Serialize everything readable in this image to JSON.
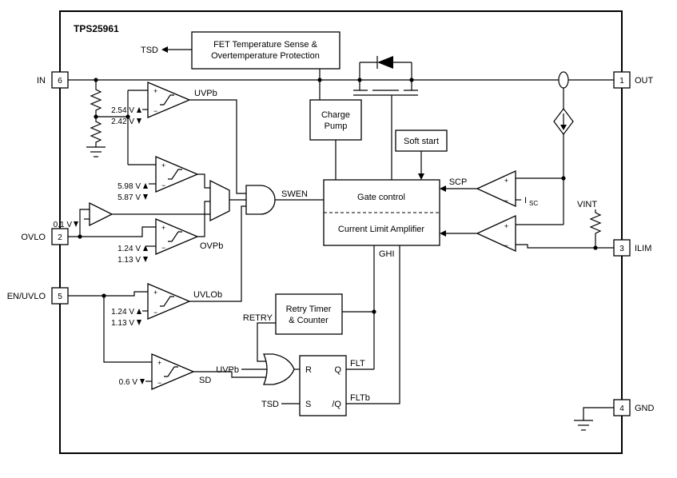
{
  "title": "TPS25961",
  "pins": {
    "in": {
      "num": "6",
      "label": "IN"
    },
    "ovlo": {
      "num": "2",
      "label": "OVLO"
    },
    "en": {
      "num": "5",
      "label": "EN/UVLO"
    },
    "out": {
      "num": "1",
      "label": "OUT"
    },
    "ilim": {
      "num": "3",
      "label": "ILIM"
    },
    "gnd": {
      "num": "4",
      "label": "GND"
    }
  },
  "blocks": {
    "temp_sense_line1": "FET Temperature Sense &",
    "temp_sense_line2": "Overtemperature Protection",
    "charge_pump_line1": "Charge",
    "charge_pump_line2": "Pump",
    "soft_start": "Soft start",
    "gate_control": "Gate control",
    "current_limit": "Current Limit Amplifier",
    "retry_line1": "Retry Timer",
    "retry_line2": "& Counter"
  },
  "latch": {
    "r": "R",
    "s": "S",
    "q": "Q",
    "qb": "/Q"
  },
  "signals": {
    "tsd": "TSD",
    "uvpb": "UVPb",
    "ovpb": "OVPb",
    "uvlob": "UVLOb",
    "sd": "SD",
    "swen": "SWEN",
    "scp": "SCP",
    "ghi": "GHI",
    "retry": "RETRY",
    "flt": "FLT",
    "fltb": "FLTb",
    "vint": "VINT",
    "isc_main": "I",
    "isc_sub": "SC"
  },
  "thresholds": {
    "uvp_rise": "2.54 V",
    "uvp_fall": "2.42 V",
    "vin_ov_rise": "5.98 V",
    "vin_ov_fall": "5.87 V",
    "ovp_rise": "1.24 V",
    "ovp_fall": "1.13 V",
    "uvlo_rise": "1.24 V",
    "uvlo_fall": "1.13 V",
    "sd": "0.6 V",
    "ovlo_sel": "0.1 V"
  },
  "symbols": {
    "plus": "+",
    "minus": "−"
  }
}
